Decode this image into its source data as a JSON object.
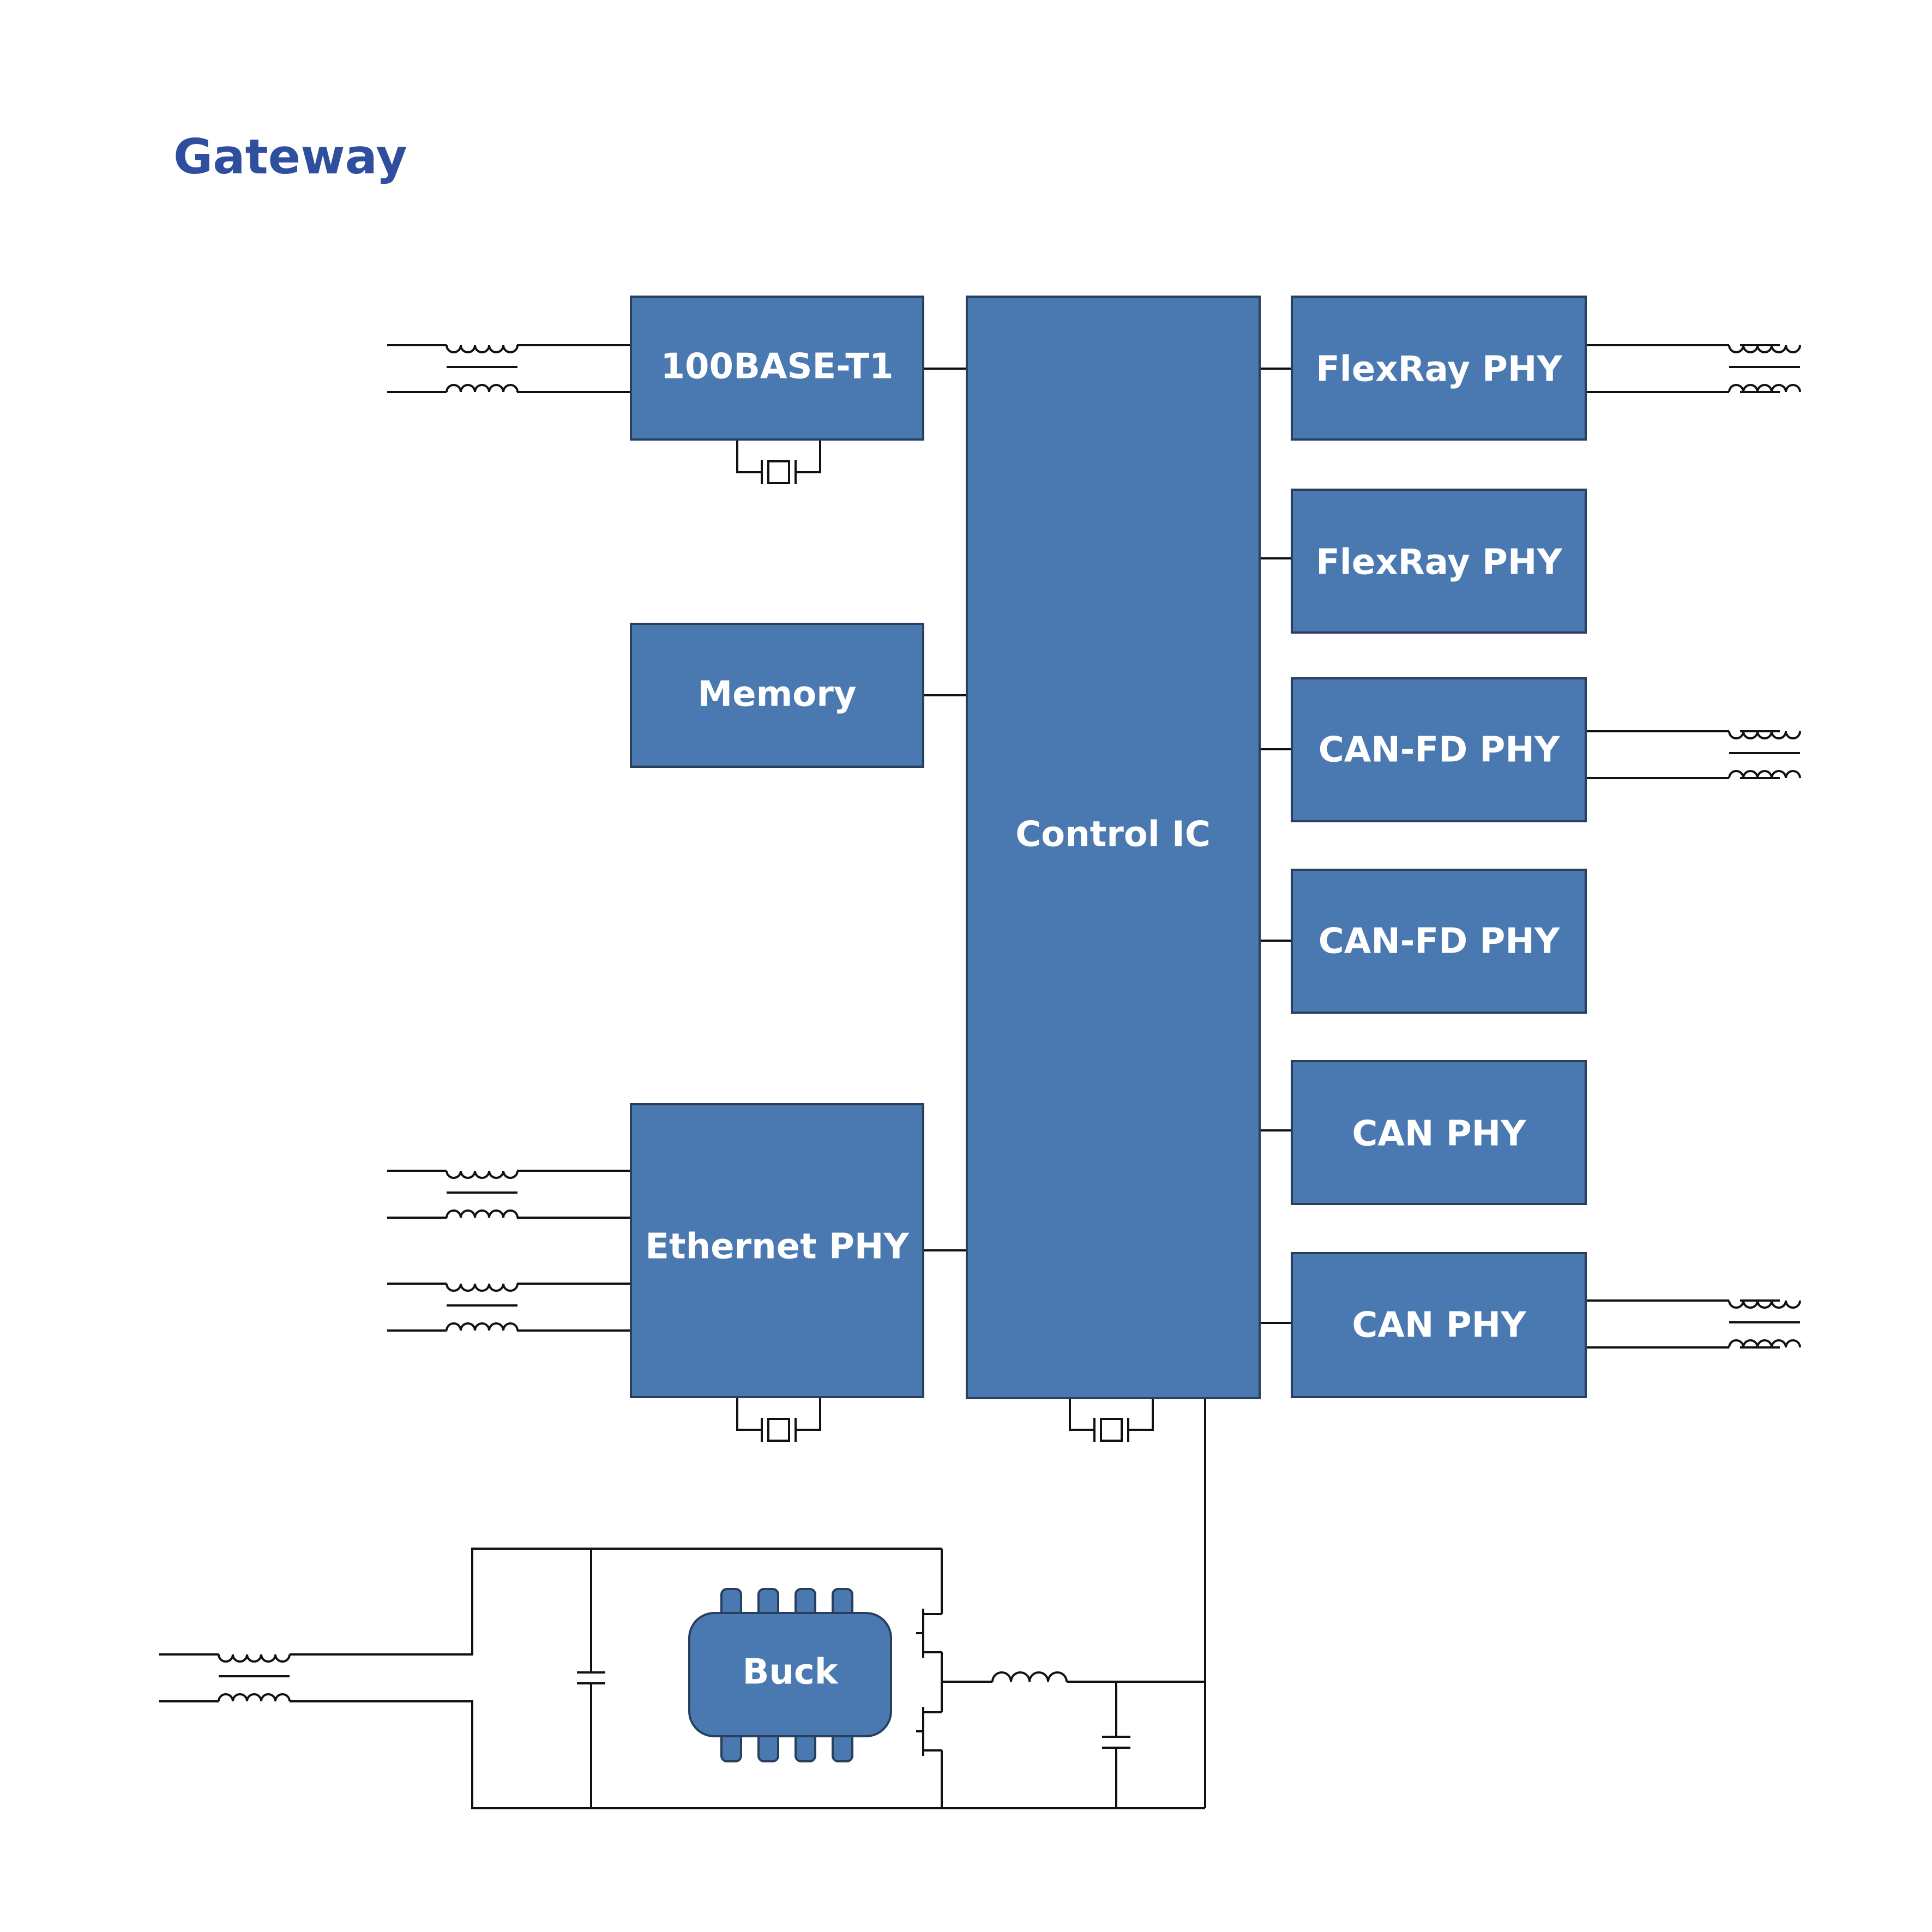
{
  "title": "Gateway",
  "blocks": {
    "base_t1": "100BASE-T1",
    "memory": "Memory",
    "ethernet_phy": "Ethernet PHY",
    "control_ic": "Control IC",
    "flexray_phy_1": "FlexRay PHY",
    "flexray_phy_2": "FlexRay PHY",
    "canfd_phy_1": "CAN-FD PHY",
    "canfd_phy_2": "CAN-FD PHY",
    "can_phy_1": "CAN PHY",
    "can_phy_2": "CAN PHY",
    "buck": "Buck"
  },
  "colors": {
    "block_fill": "#4a78b0",
    "block_border": "#2a3f5c",
    "title": "#2f4f9e",
    "wire": "#111111"
  },
  "icons": [
    "common-mode-choke-icon",
    "crystal-icon",
    "capacitor-icon",
    "inductor-icon",
    "mosfet-icon",
    "chip-icon"
  ]
}
